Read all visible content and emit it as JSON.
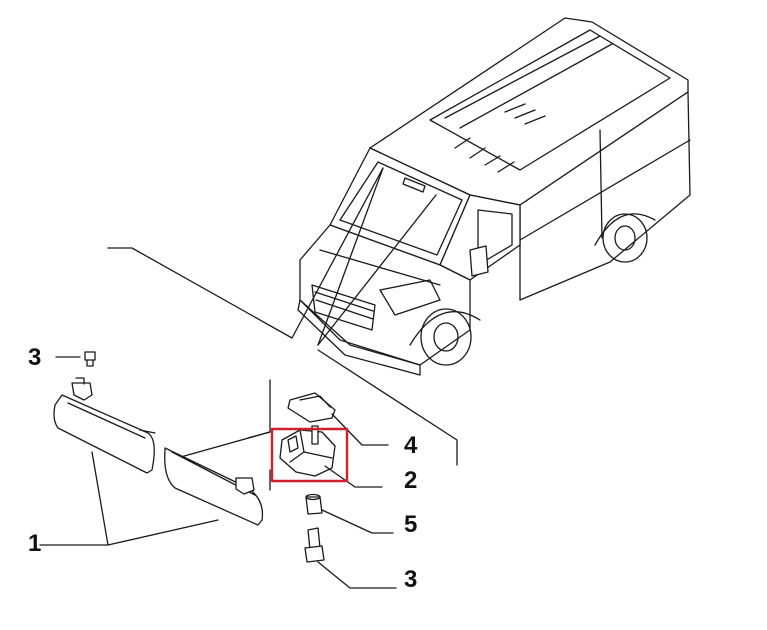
{
  "callouts": {
    "screw_top": "3",
    "visors": "1",
    "clip": "4",
    "bracket": "2",
    "nut": "5",
    "screw_bottom": "3"
  },
  "highlight_color": "#d01f2e"
}
